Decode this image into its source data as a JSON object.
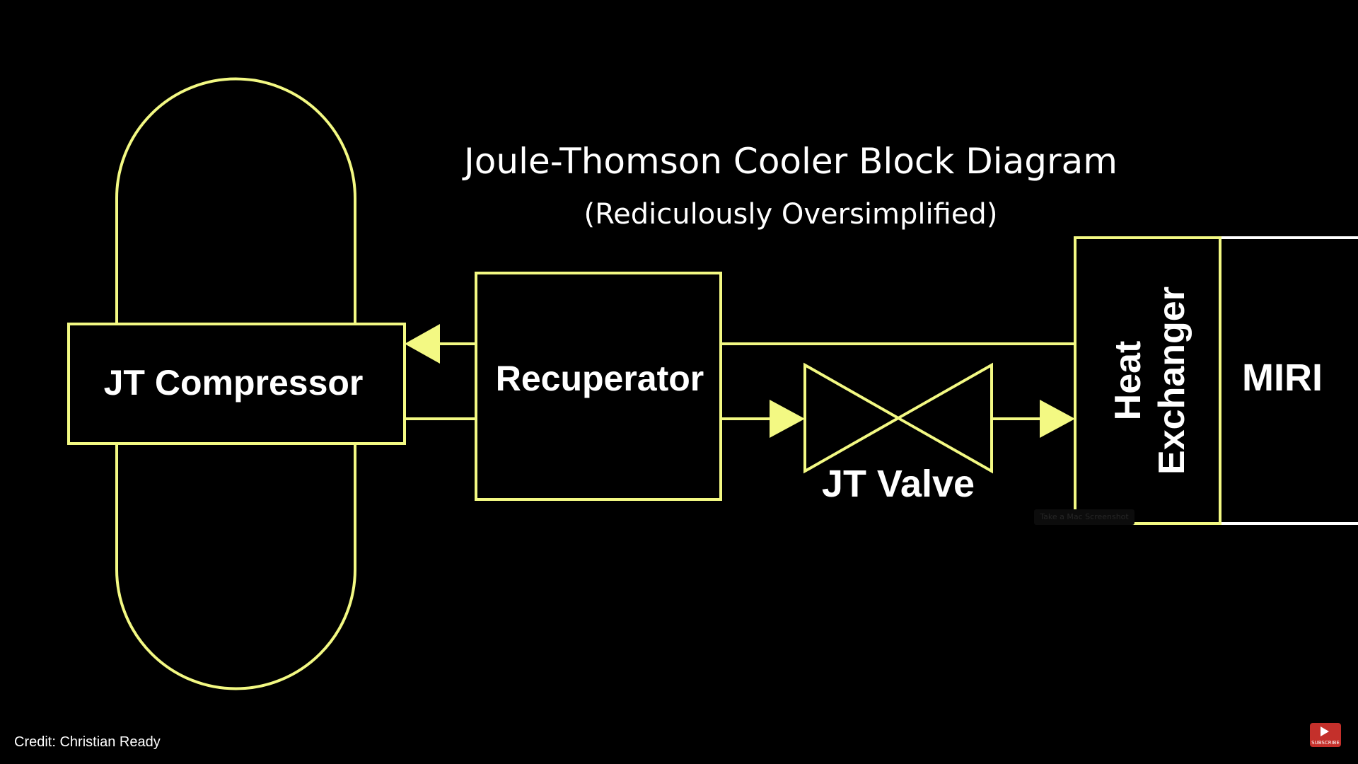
{
  "diagram": {
    "title": "Joule-Thomson Cooler Block Diagram",
    "subtitle": "(Rediculously Oversimplified)",
    "nodes": {
      "compressor": "JT Compressor",
      "recuperator": "Recuperator",
      "valve": "JT Valve",
      "heat_exchanger_line1": "Heat",
      "heat_exchanger_line2": "Exchanger",
      "miri": "MIRI"
    }
  },
  "credit": "Credit: Christian Ready",
  "tooltip": "Take a Mac Screenshot",
  "subscribe_badge": {
    "icon": "youtube-play-icon",
    "label": "SUBSCRIBE"
  },
  "colors": {
    "accent": "#f3f983",
    "line_white": "#ffffff",
    "background": "#000000",
    "youtube_red": "#c4302b"
  }
}
